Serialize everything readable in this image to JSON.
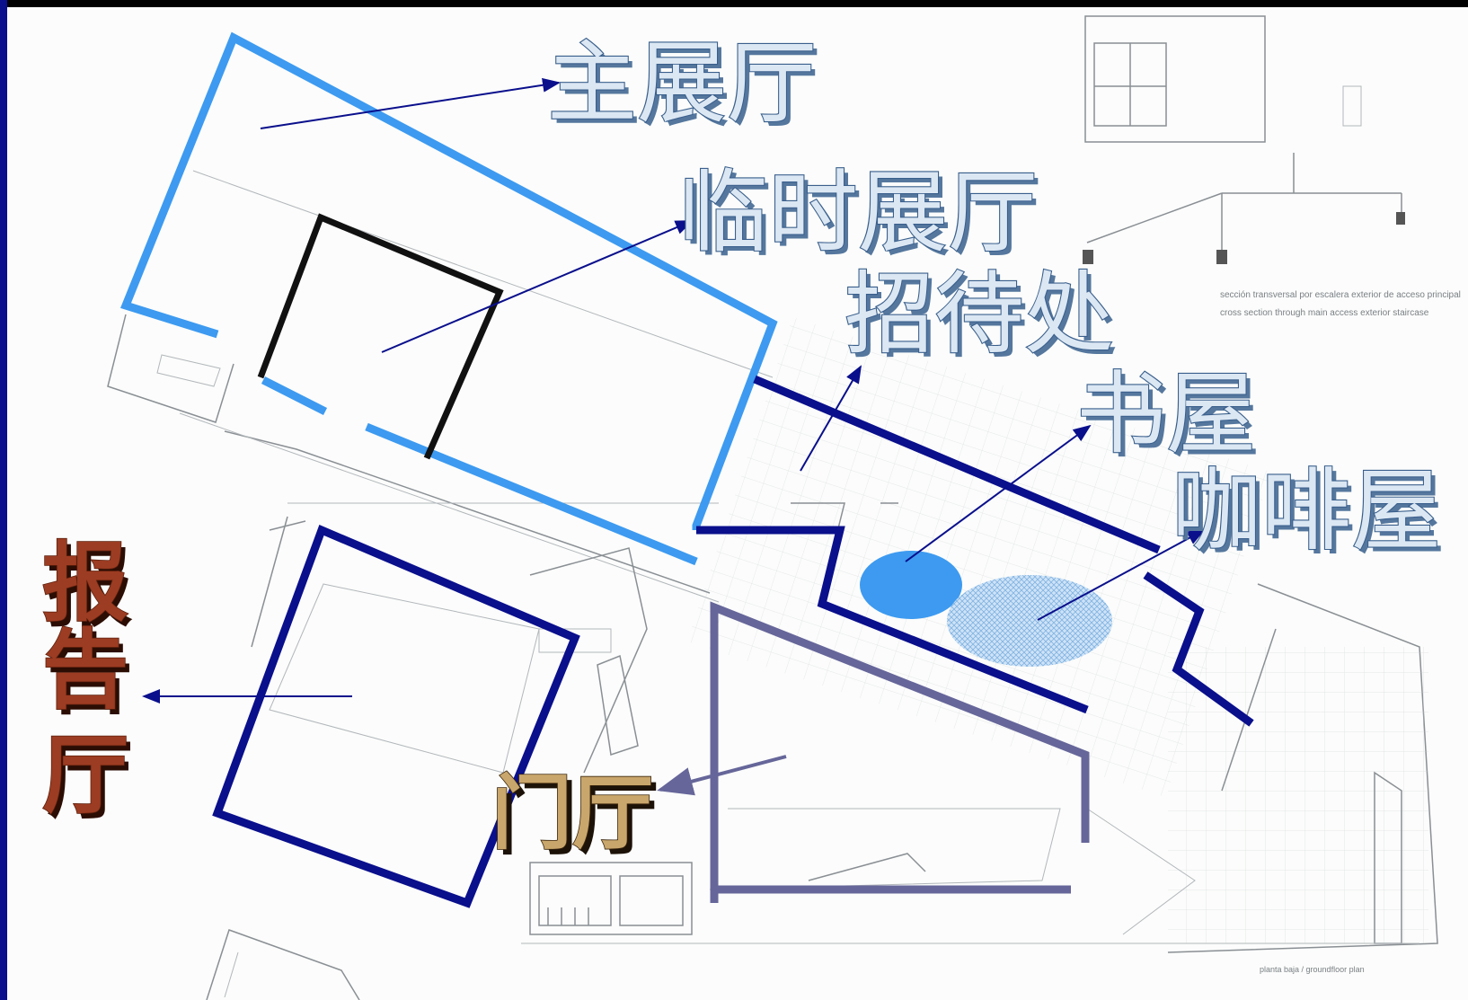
{
  "labels": {
    "main_hall": "主展厅",
    "temp_hall": "临时展厅",
    "reception": "招待处",
    "bookstore": "书屋",
    "cafe": "咖啡屋",
    "auditorium_1": "报",
    "auditorium_2": "告",
    "auditorium_3": "厅",
    "lobby": "门厅"
  },
  "plan_captions": {
    "section_es": "sección transversal por escalera exterior de acceso principal",
    "section_en": "cross section through main access exterior staircase",
    "plan_title": "planta baja / groundfloor plan"
  },
  "colors": {
    "main_hall_outline": "#3d9af0",
    "temp_hall_outline": "#111111",
    "zone_outline_navy": "#0a0f8c",
    "lobby_outline": "#66669a",
    "bookstore_fill": "#3d9af0",
    "cafe_fill": "#a9cdf0",
    "pointer_arrow": "#0a0f8c",
    "frame_left": "#0a0f8c",
    "frame_top": "#000000"
  }
}
